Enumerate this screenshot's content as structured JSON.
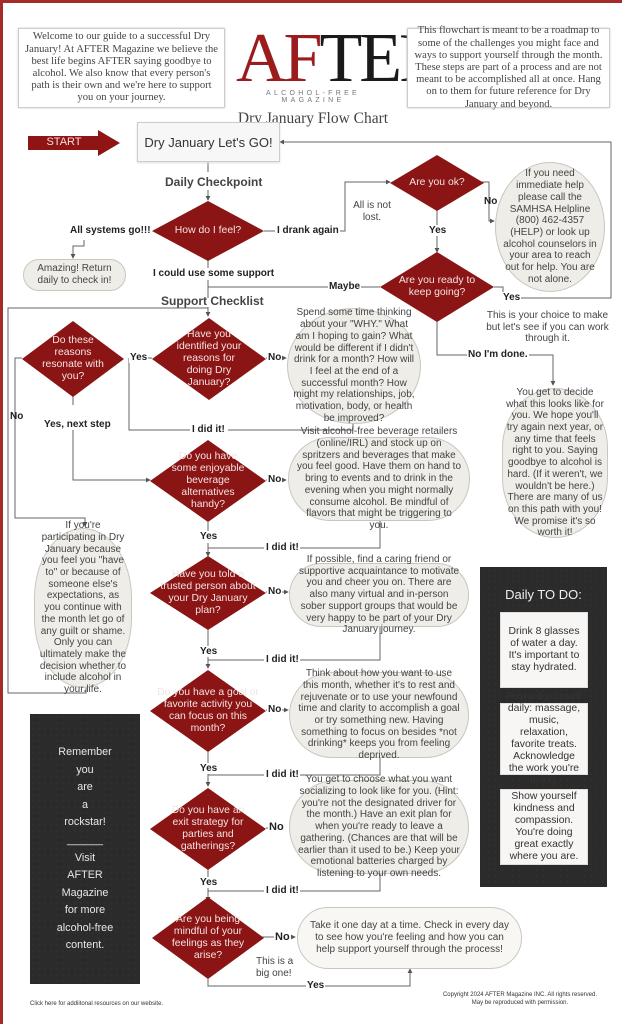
{
  "header": {
    "intro_left": "Welcome to our guide to a successful Dry January! At AFTER Magazine we believe the best life begins AFTER saying goodbye to alcohol. We also know that every person's path is their own and we're here to support you on your journey.",
    "intro_right": "This flowchart is meant to be a roadmap to some of the challenges you might face and ways to support yourself through the month. These steps are part of a process and are not meant to be accomplished all at once. Hang on to them for future reference for Dry January and beyond.",
    "logo": {
      "part_red": "AF",
      "part_black": "TER",
      "tagline": "ALCOHOL-FREE MAGAZINE"
    },
    "title": "Dry January Flow Chart"
  },
  "colors": {
    "brand_red": "#9b1c1c",
    "frame_red": "#a52a2a",
    "bubble_fill": "#efede8",
    "dark_panel": "#2b2b2b"
  },
  "flow": {
    "start_arrow": "START",
    "start_box": "Dry January Let's GO!",
    "daily_checkpoint": "Daily Checkpoint",
    "support_checklist": "Support Checklist",
    "decisions": {
      "how_feel": "How do I feel?",
      "are_ok": "Are you ok?",
      "ready_keep_going": "Are you ready to keep going?",
      "reasons_resonate": "Do these reasons resonate with you?",
      "identified_reasons": "Have you identified your reasons for doing Dry January?",
      "beverage_alternatives": "Do you have some enjoyable beverage alternatives handy?",
      "told_trusted_person": "Have you told a trusted person about your Dry January plan?",
      "goal_activity": "Do you have a goal or favorite activity you can focus on this month?",
      "exit_strategy": "Do you have an exit strategy for parties and gatherings?",
      "mindful_feelings": "Are you being mindful of your feelings as they arise?"
    },
    "bubbles": {
      "amazing": "Amazing! Return daily to check in!",
      "samhsa": "If you need immediate help please call the SAMHSA Helpline (800) 462-4357 (HELP) or look up alcohol counselors in your area to reach out for help. You are not alone.",
      "why": "Spend some time thinking about your \"WHY.\" What am I hoping to gain? What would be different if I didn't drink for a month? How will I feel at the end of a successful month? How might my relationships, job, motivation, body, or health be improved?",
      "you_decide": "You get to decide what this looks like for you. We hope you'll try again next year, or any time that feels right to you. Saying goodbye to alcohol is hard. (If it weren't, we wouldn't be here.) There are many of us on this path with you! We promise it's so worth it!",
      "beverages": "Visit alcohol-free beverage retailers (online/IRL) and stock up on spritzers and beverages that make you feel good. Have them on hand to bring to events and to drink in the evening when you might normally consume alcohol. Be mindful of flavors that might be triggering to you.",
      "have_to": "If you're participating in Dry January because you feel you \"have to\" or because of someone else's expectations, as you continue with the month let go of any guilt or shame. Only you can ultimately make the decision whether to include alcohol in your life.",
      "friend": "If possible, find a caring friend or supportive acquaintance to motivate you and cheer you on. There are also many virtual and in-person sober support groups that would be very happy to be part of your Dry January journey.",
      "goal": "Think about how you want to use this month, whether it's to rest and rejuvenate or to use your newfound time and clarity to accomplish a goal or try something new. Having something to focus on besides *not drinking* keeps you from feeling deprived.",
      "socializing": "You get to choose what you want socializing to look like for you. (Hint: you're not the designated driver for the month.) Have an exit plan for when you're ready to leave a gathering. (Chances are that will be earlier than it used to be.) Keep your emotional batteries charged by listening to your own needs.",
      "one_day": "Take it one day at a time. Check in every day to see how you're feeling and how you can help support yourself through the process!"
    },
    "labels": {
      "all_systems_go": "All systems go!!!",
      "i_drank_again": "I drank again",
      "could_use_support": "I could use some support",
      "all_not_lost": "All is not lost.",
      "no": "No",
      "yes": "Yes",
      "maybe": "Maybe",
      "no_im_done": "No I'm done.",
      "choice_note": "This is your choice to make but let's see if you can work through it.",
      "yes_next_step": "Yes, next step",
      "i_did_it": "I did it!",
      "big_one": "This is a big one!"
    }
  },
  "daily_todo": {
    "title": "Daily TO DO:",
    "items": [
      "Drink 8 glasses of water a day. It's important to stay hydrated.",
      "Reward yourself daily: massage, music, relaxation, favorite treats. Acknowledge the work you're doing.",
      "Show yourself kindness and compassion. You're doing great exactly where you are."
    ]
  },
  "rockstar_panel": {
    "lines_top": [
      "Remember",
      "you",
      "are",
      "a",
      "rockstar!"
    ],
    "separator": "______",
    "lines_bottom": [
      "Visit",
      "AFTER",
      "Magazine",
      "for more",
      "alcohol-free",
      "content."
    ]
  },
  "footer": {
    "resources_link": "Click here for addiitonal resources on our website.",
    "copyright_line1": "Copyright 2024 AFTER Magazine INC.  All rights reserved.",
    "copyright_line2": "May be reproduced with permission."
  }
}
